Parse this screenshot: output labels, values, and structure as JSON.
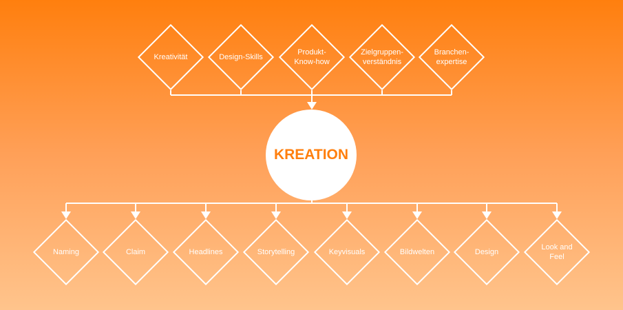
{
  "inputs": [
    "Kreativität",
    "Design-Skills",
    "Produkt-\nKnow-how",
    "Zielgruppen-\nverständnis",
    "Branchen-\nexpertise"
  ],
  "center": "KREATION",
  "outputs": [
    "Naming",
    "Claim",
    "Headlines",
    "Storytelling",
    "Keyvisuals",
    "Bildwelten",
    "Design",
    "Look and\nFeel"
  ],
  "colors": {
    "accent": "#ff7f0e",
    "line": "#ffffff"
  }
}
